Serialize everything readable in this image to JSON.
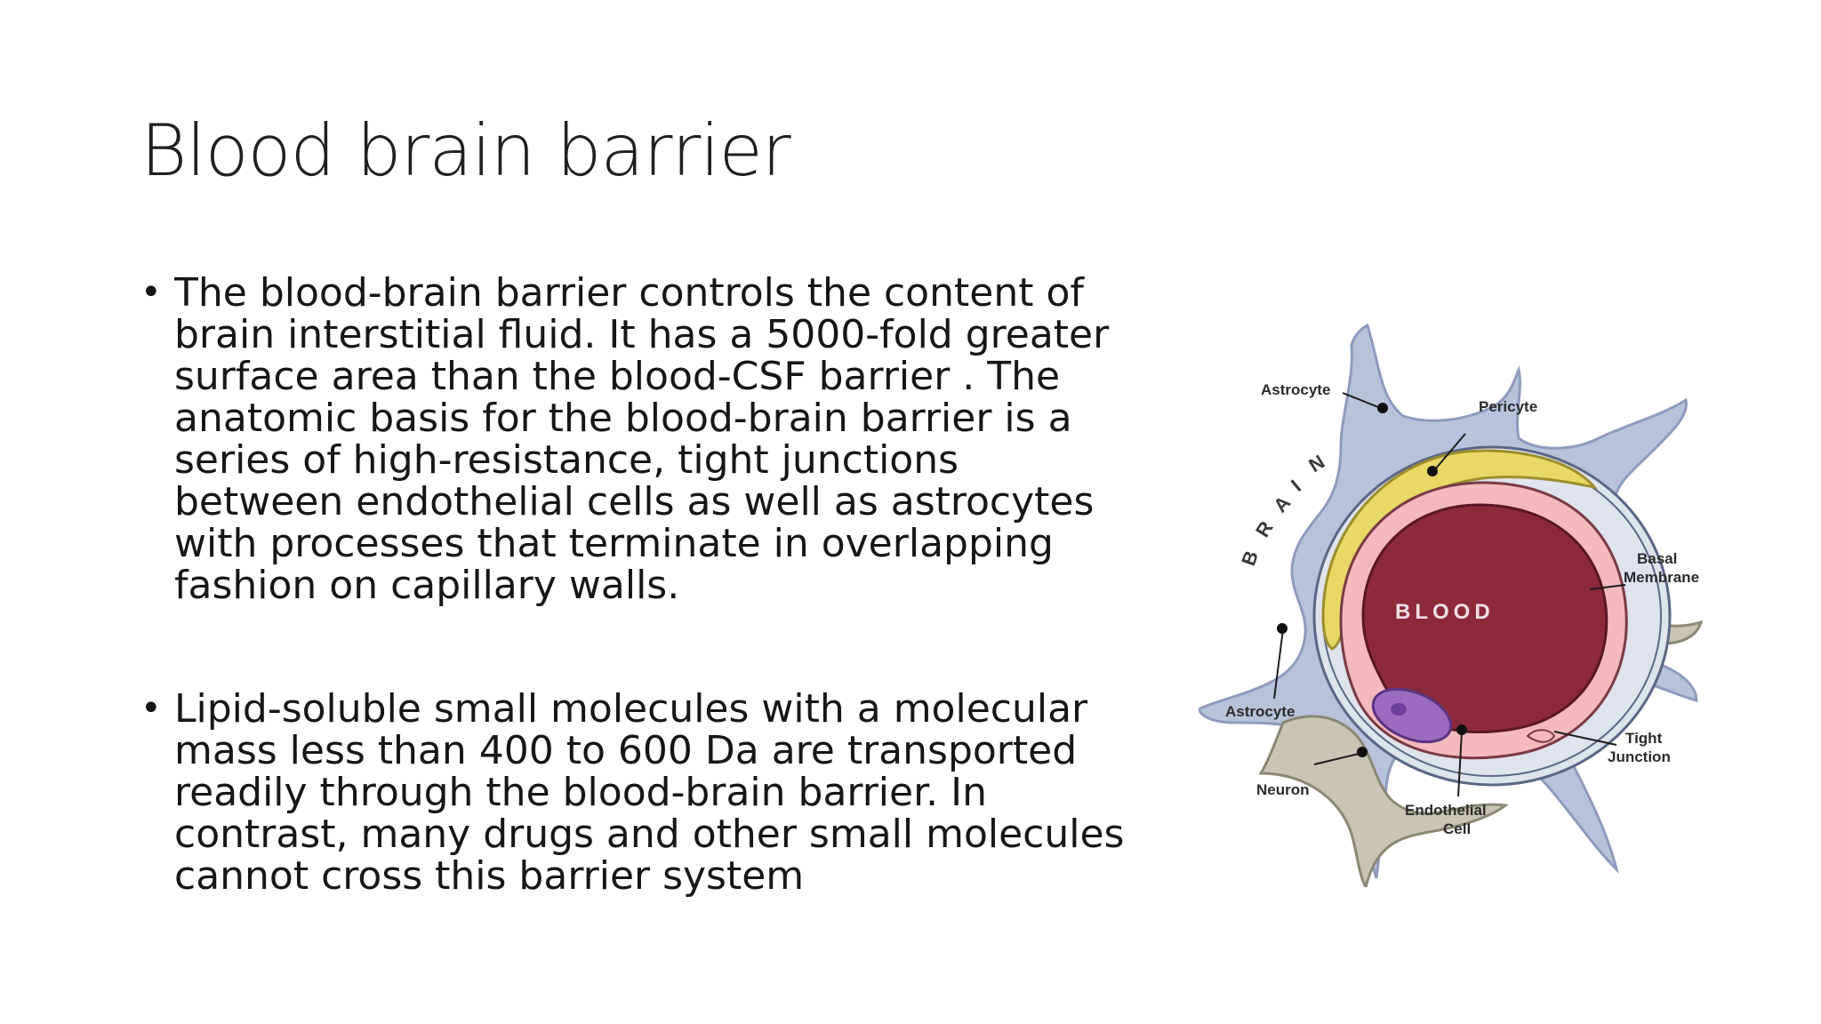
{
  "slide": {
    "title": "Blood brain barrier",
    "bullets": [
      {
        "lines": [
          "The blood-brain barrier controls the content of",
          "brain interstitial fluid. It has a 5000-fold greater",
          "surface area than the blood-CSF barrier . The",
          "anatomic basis for the blood-brain barrier is a",
          "series of high-resistance, tight junctions",
          "between endothelial cells as well as astrocytes",
          "with processes that terminate in overlapping",
          "fashion on capillary walls."
        ]
      },
      {
        "lines": [
          "Lipid-soluble small molecules with a molecular",
          "mass less than 400 to 600 Da are transported",
          "readily through the blood-brain barrier. In",
          "contrast, many drugs and other small molecules",
          "cannot cross this barrier system"
        ]
      }
    ],
    "bullet_glyph": "•"
  },
  "diagram": {
    "labels": {
      "astrocyte_top": "Astrocyte",
      "pericyte": "Pericyte",
      "basal_membrane_1": "Basal",
      "basal_membrane_2": "Membrane",
      "astrocyte_left": "Astrocyte",
      "tight_junction_1": "Tight",
      "tight_junction_2": "Junction",
      "neuron": "Neuron",
      "endothelial_1": "Endothelial",
      "endothelial_2": "Cell",
      "blood": "BLOOD"
    },
    "brain_letters": [
      "B",
      "R",
      "A",
      "I",
      "N"
    ],
    "colors": {
      "astrocyte": "#b8c2da",
      "astrocyte_edge": "#8e9bbd",
      "pericyte": "#e8d866",
      "endothelium": "#f4b9bd",
      "blood": "#8c2a3c",
      "neuron": "#c7c5b4",
      "nucleus": "#9b6bbf",
      "membrane": "#dfe3ec"
    }
  }
}
